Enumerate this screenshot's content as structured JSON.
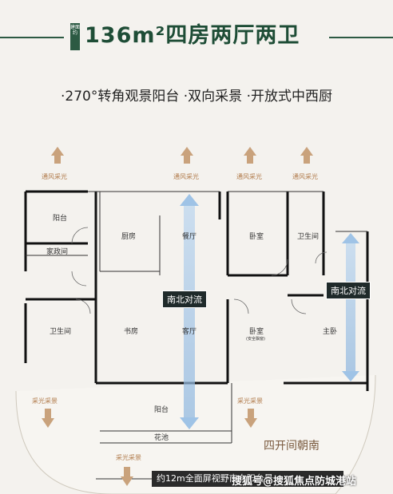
{
  "header": {
    "tag": "建面约",
    "title": "136m²四房两厅两卫"
  },
  "features_line": "·270°转角观景阳台 ·双向采景 ·开放式中西厨",
  "airflow": {
    "top": [
      "通风采光",
      "通风采光",
      "通风采光",
      "通风采光"
    ],
    "bottom_left": "采光采景",
    "bottom_right": "采光采景",
    "bottom_center": "采光采景"
  },
  "rooms": {
    "balcony_top": "阳台",
    "utility": "家政间",
    "kitchen": "厨房",
    "dining": "餐厅",
    "bedroom_top": "卧室",
    "bathroom_right": "卫生间",
    "bathroom_left": "卫生间",
    "study": "书房",
    "living": "客厅",
    "bedroom_mid": "卧室",
    "bedroom_mid_note": "(安全飘窗)",
    "master": "主卧",
    "balcony_bottom": "阳台",
    "garden": "花池"
  },
  "badges": {
    "ns_left": "南北对流",
    "ns_right": "南北对流"
  },
  "south_note": "四开间朝南",
  "bottom_bar": "约12m全面屏视野南向阳台景",
  "watermark": "搜狐号@搜狐焦点防城港站",
  "colors": {
    "brand": "#1e4d36",
    "arrow": "#b07a4a",
    "flow": "#9fc3e6"
  }
}
